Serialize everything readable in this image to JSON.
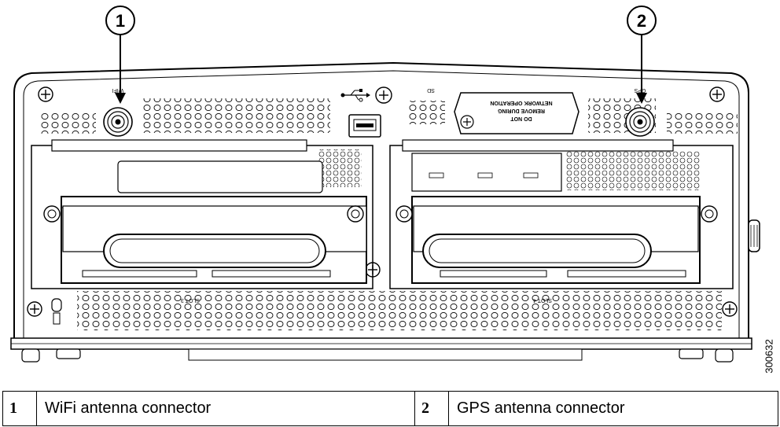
{
  "callouts": [
    {
      "number": "1",
      "description": "WiFi antenna connector"
    },
    {
      "number": "2",
      "description": "GPS antenna connector"
    }
  ],
  "panel_labels": {
    "wifi": "WIFI",
    "gps": "GPS",
    "sd": "SD",
    "slot3": "SLOT 3",
    "slot4": "SLOT 4",
    "warning_line1": "DO NOT",
    "warning_line2": "REMOVE DURING",
    "warning_line3": "NETWORK OPERATION"
  },
  "figure_number": "300632",
  "colors": {
    "line": "#000000",
    "background": "#ffffff"
  }
}
